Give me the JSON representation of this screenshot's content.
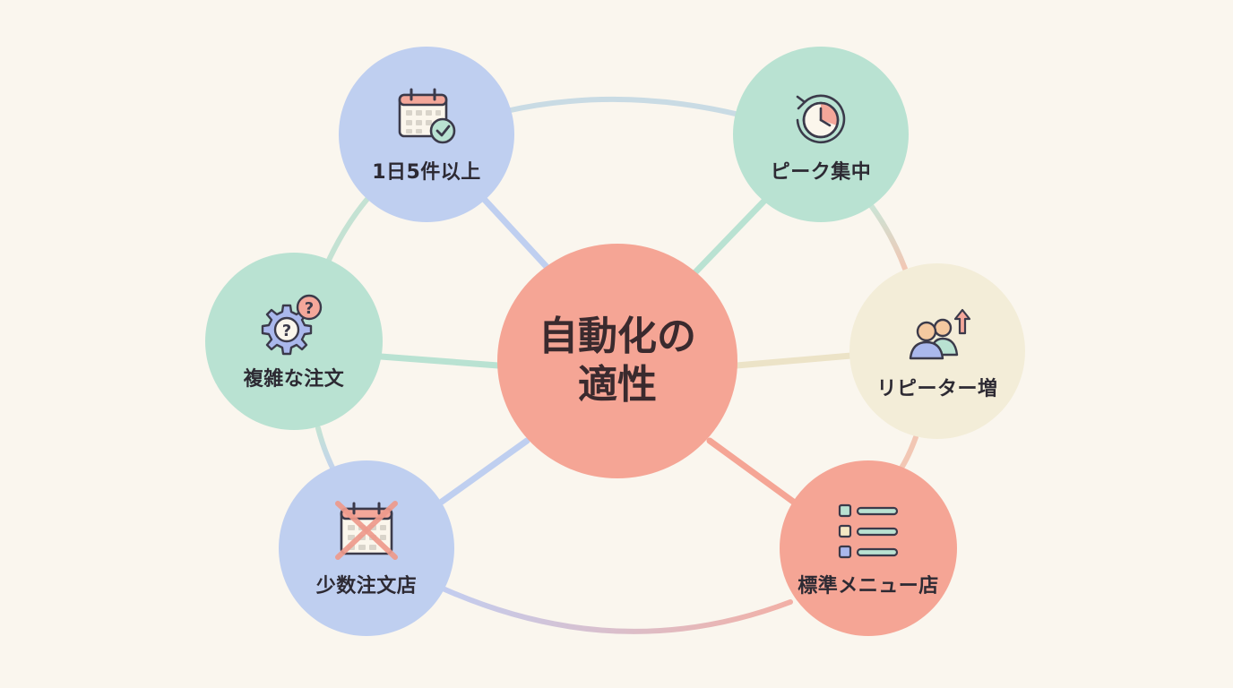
{
  "center": {
    "line1": "自動化の",
    "line2": "適性"
  },
  "nodes": [
    {
      "id": "daily-orders",
      "label": "1日5件以上",
      "icon": "calendar-check-icon",
      "color": "#bfcff0"
    },
    {
      "id": "peak",
      "label": "ピーク集中",
      "icon": "clock-refresh-icon",
      "color": "#b9e2d2"
    },
    {
      "id": "complex",
      "label": "複雑な注文",
      "icon": "gear-question-icon",
      "color": "#b9e2d2"
    },
    {
      "id": "repeater",
      "label": "リピーター増",
      "icon": "users-arrow-up-icon",
      "color": "#f3edd8"
    },
    {
      "id": "few-orders",
      "label": "少数注文店",
      "icon": "calendar-cross-icon",
      "color": "#bfcff0"
    },
    {
      "id": "standard-menu",
      "label": "標準メニュー店",
      "icon": "list-icon",
      "color": "#f5a595"
    }
  ],
  "colors": {
    "background": "#faf6ee",
    "center": "#f5a595",
    "blue": "#bfcff0",
    "green": "#b9e2d2",
    "cream": "#f3edd8",
    "red": "#f5a595"
  }
}
